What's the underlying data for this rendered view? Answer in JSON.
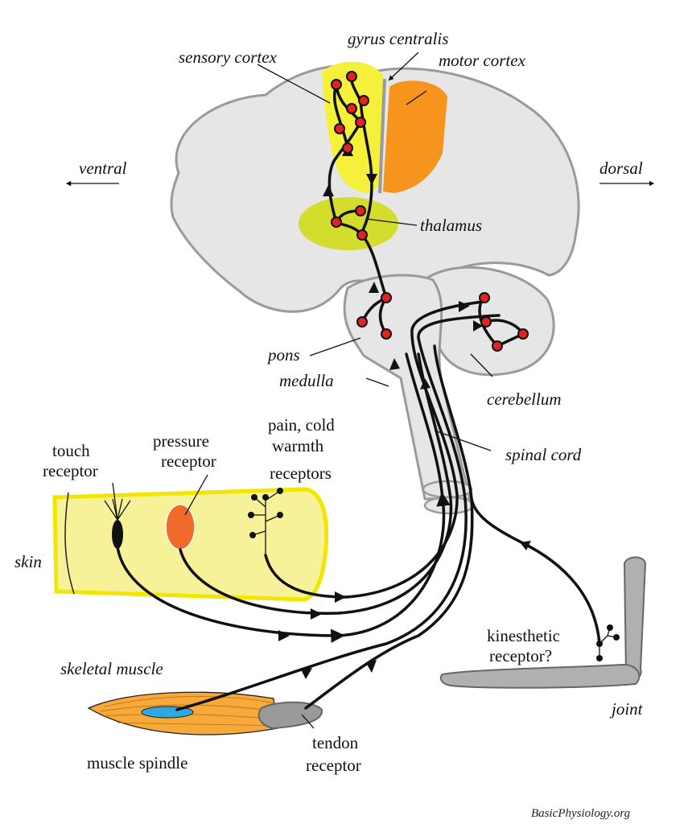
{
  "labels": {
    "gyrus_centralis": "gyrus centralis",
    "sensory_cortex": "sensory cortex",
    "motor_cortex": "motor cortex",
    "ventral": "ventral",
    "dorsal": "dorsal",
    "thalamus": "thalamus",
    "pons": "pons",
    "medulla": "medulla",
    "cerebellum": "cerebellum",
    "spinal_cord": "spinal cord",
    "touch_receptor": [
      "touch",
      "receptor"
    ],
    "pressure_receptor": [
      "pressure",
      "receptor"
    ],
    "pain_receptors": [
      "pain, cold",
      "warmth",
      "receptors"
    ],
    "skin": "skin",
    "skeletal_muscle": "skeletal muscle",
    "muscle_spindle": "muscle spindle",
    "tendon_receptor": [
      "tendon",
      "receptor"
    ],
    "kinesthetic_receptor": [
      "kinesthetic",
      "receptor?"
    ],
    "joint": "joint"
  },
  "footer": "BasicPhysiology.org",
  "colors": {
    "brain": "#e6e6e6",
    "brain_outline": "#9a9a9a",
    "sensory_cortex": "#f5f03a",
    "motor_cortex": "#f7941d",
    "thalamus": "#d4dc2c",
    "skin": "#f7f29a",
    "skin_edge": "#f2e600",
    "muscle": "#f7a93a",
    "neuron": "#e32222",
    "spindle": "#2fa8e0",
    "pressure": "#f06a2a"
  }
}
